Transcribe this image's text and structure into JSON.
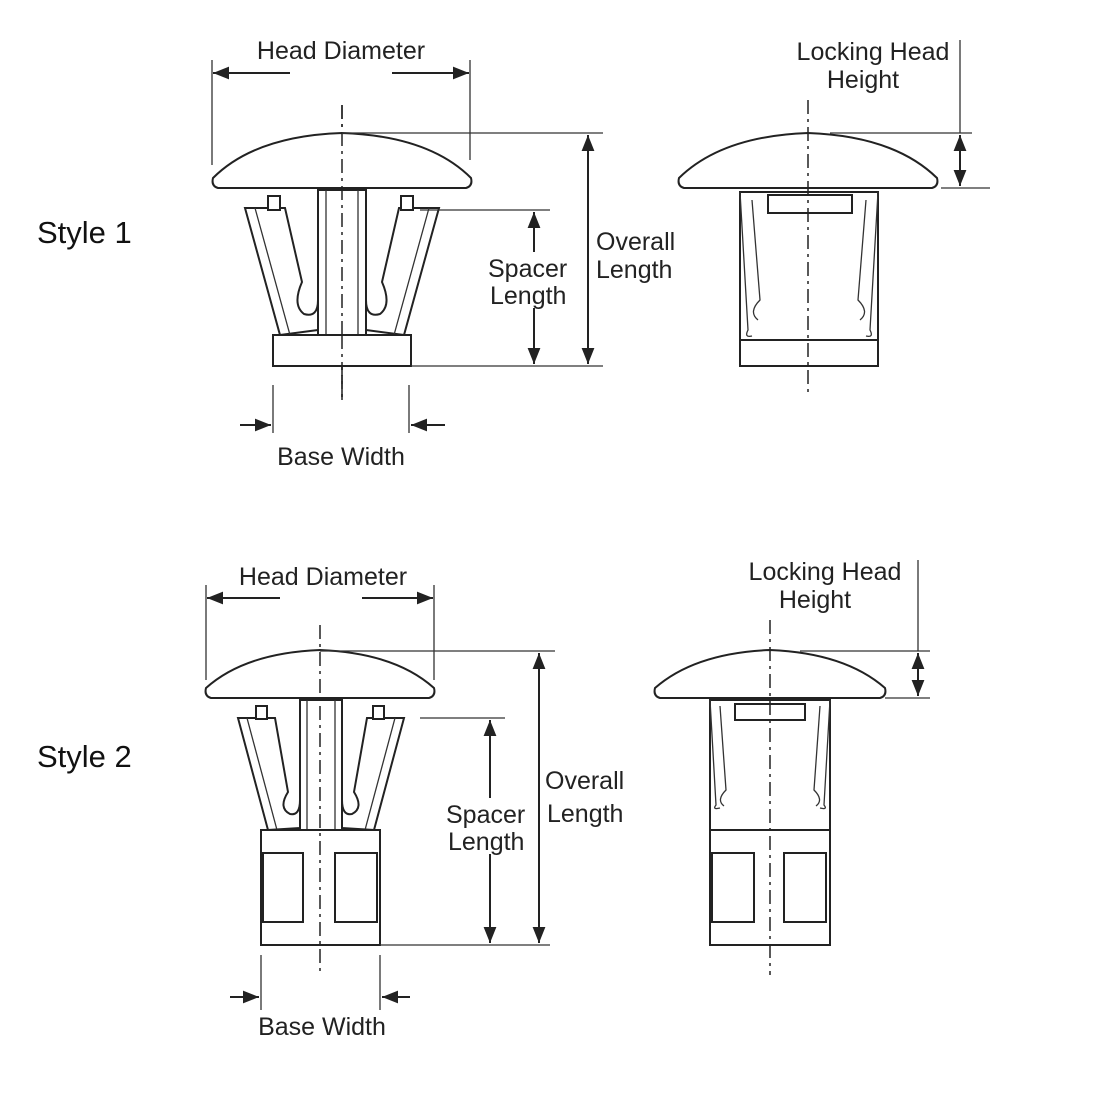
{
  "styles": [
    {
      "label": "Style 1",
      "head_diameter": "Head Diameter",
      "locking_head": [
        "Locking Head",
        "Height"
      ],
      "overall_length": [
        "Overall",
        "Length"
      ],
      "spacer_length": [
        "Spacer",
        "Length"
      ],
      "base_width": "Base Width"
    },
    {
      "label": "Style 2",
      "head_diameter": "Head Diameter",
      "locking_head": [
        "Locking Head",
        "Height"
      ],
      "overall_length": [
        "Overall",
        "Length"
      ],
      "spacer_length": [
        "Spacer",
        "Length"
      ],
      "base_width": "Base Width"
    }
  ]
}
